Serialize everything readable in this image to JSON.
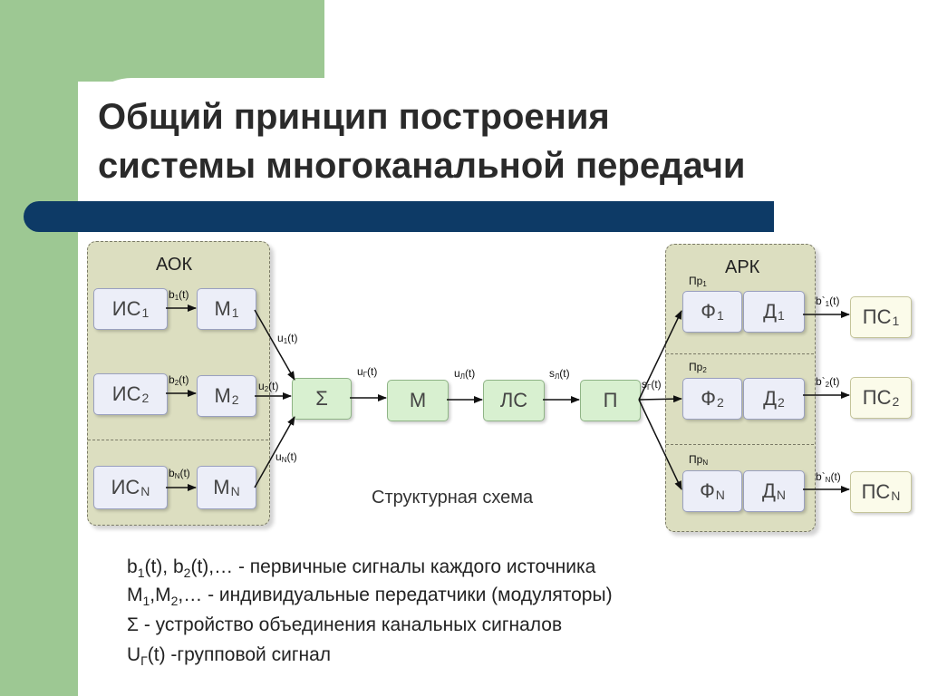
{
  "title": {
    "line1": "Общий принцип построения",
    "line2": "системы многоканальной передачи"
  },
  "aok": {
    "label": "АОК"
  },
  "ark": {
    "label": "АРК"
  },
  "sources": [
    {
      "base": "ИС",
      "idx": "1"
    },
    {
      "base": "ИС",
      "idx": "2"
    },
    {
      "base": "ИС",
      "idx": "N"
    }
  ],
  "modulators": [
    {
      "base": "М",
      "idx": "1"
    },
    {
      "base": "М",
      "idx": "2"
    },
    {
      "base": "М",
      "idx": "N"
    }
  ],
  "b_signals": [
    {
      "base": "b",
      "idx": "1",
      "tail": "(t)"
    },
    {
      "base": "b",
      "idx": "2",
      "tail": "(t)"
    },
    {
      "base": "b",
      "idx": "N",
      "tail": "(t)"
    }
  ],
  "u_signals": [
    {
      "base": "u",
      "idx": "1",
      "tail": "(t)"
    },
    {
      "base": "u",
      "idx": "2",
      "tail": "(t)"
    },
    {
      "base": "u",
      "idx": "N",
      "tail": "(t)"
    }
  ],
  "chain": {
    "sum": "Σ",
    "mod": "М",
    "line": "ЛС",
    "recv": "П"
  },
  "chain_signals": {
    "ug": {
      "base": "u",
      "idx": "Г",
      "tail": "(t)"
    },
    "ul": {
      "base": "u",
      "idx": "Л",
      "tail": "(t)"
    },
    "sl": {
      "base": "s",
      "idx": "Л",
      "tail": "(t)"
    },
    "sg": {
      "base": "s",
      "idx": "Г",
      "tail": "(t)"
    }
  },
  "receivers": [
    {
      "pr": {
        "base": "Пр",
        "idx": "1"
      },
      "f": {
        "base": "Ф",
        "idx": "1"
      },
      "d": {
        "base": "Д",
        "idx": "1"
      },
      "b": {
        "base": "b`",
        "idx": "1",
        "tail": "(t)"
      },
      "ps": {
        "base": "ПС",
        "idx": "1"
      }
    },
    {
      "pr": {
        "base": "Пр",
        "idx": "2"
      },
      "f": {
        "base": "Ф",
        "idx": "2"
      },
      "d": {
        "base": "Д",
        "idx": "2"
      },
      "b": {
        "base": "b`",
        "idx": "2",
        "tail": "(t)"
      },
      "ps": {
        "base": "ПС",
        "idx": "2"
      }
    },
    {
      "pr": {
        "base": "Пр",
        "idx": "N"
      },
      "f": {
        "base": "Ф",
        "idx": "N"
      },
      "d": {
        "base": "Д",
        "idx": "N"
      },
      "b": {
        "base": "b`",
        "idx": "N",
        "tail": "(t)"
      },
      "ps": {
        "base": "ПС",
        "idx": "N"
      }
    }
  ],
  "caption": "Структурная схема",
  "legend": {
    "l1": {
      "p1": "b",
      "s1": "1",
      "p2": "(t), b",
      "s2": "2",
      "p3": "(t),… - первичные сигналы каждого источника"
    },
    "l2": {
      "p1": "M",
      "s1": "1",
      "p2": ",M",
      "s2": "2",
      "p3": ",… - индивидуальные передатчики (модуляторы)"
    },
    "l3": {
      "sym": "Σ",
      "text": " - устройство объединения канальных сигналов"
    },
    "l4": {
      "p1": "U",
      "s1": "Г",
      "p2": "(t)  -групповой сигнал"
    }
  },
  "colors": {
    "accent_green": "#9dc893",
    "title_bar": "#0d3a66",
    "group_fill": "#dcdec0",
    "box_blue": "#eceef8",
    "box_green": "#d8f0d0",
    "box_cream": "#fbfbea"
  }
}
